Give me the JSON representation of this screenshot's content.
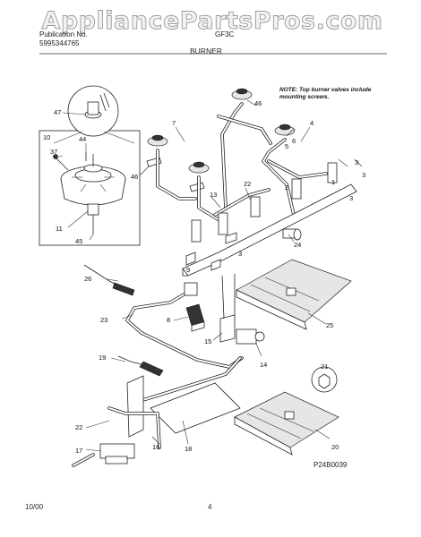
{
  "watermark": "AppliancePartsPros.com",
  "header": {
    "left_line1": "Publication No.",
    "left_line2": "5995344765",
    "model": "GF3C",
    "section": "BURNER"
  },
  "note": "NOTE: Top burner valves include mounting screws.",
  "callouts": [
    "47",
    "10",
    "44",
    "37",
    "46",
    "11",
    "45",
    "7",
    "46",
    "13",
    "22",
    "6",
    "4",
    "5",
    "3",
    "3",
    "2",
    "1",
    "3",
    "3",
    "24",
    "26",
    "9",
    "23",
    "8",
    "15",
    "14",
    "25",
    "19",
    "21",
    "22",
    "17",
    "16",
    "18",
    "20"
  ],
  "footer": {
    "date": "10/00",
    "page": "4",
    "diagram_code": "P24B0039"
  },
  "colors": {
    "line": "#222222",
    "watermark_stroke": "#9a9a9a"
  }
}
